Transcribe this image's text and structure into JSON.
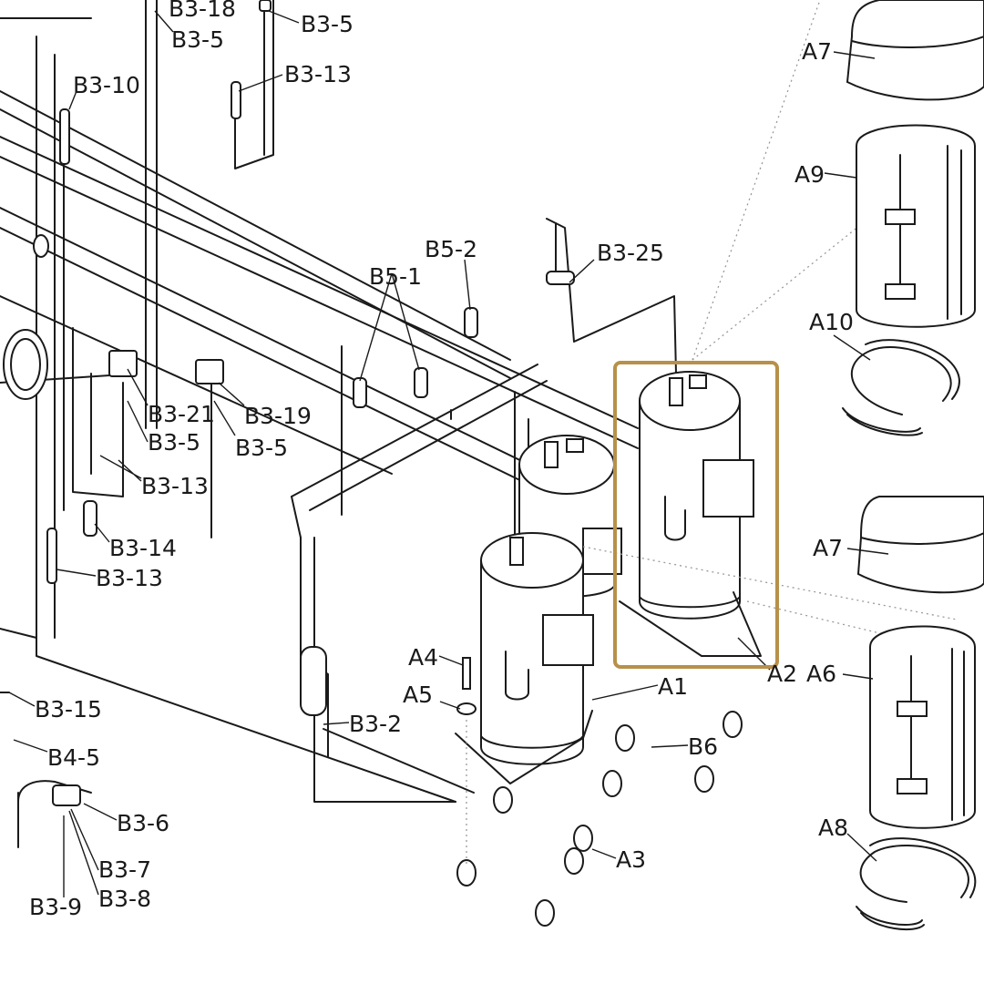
{
  "labels": {
    "b3_18": "B3-18",
    "b3_5_top_left": "B3-5",
    "b3_5_top_right": "B3-5",
    "b3_13_top": "B3-13",
    "b3_10": "B3-10",
    "b5_2": "B5-2",
    "b3_25": "B3-25",
    "b5_1": "B5-1",
    "a7_top": "A7",
    "a9": "A9",
    "a10": "A10",
    "b3_21": "B3-21",
    "b3_19": "B3-19",
    "b3_5_mid_left": "B3-5",
    "b3_5_mid_right": "B3-5",
    "b3_13_mid": "B3-13",
    "b3_14": "B3-14",
    "b3_13_lower": "B3-13",
    "a7_bottom": "A7",
    "a4": "A4",
    "a2": "A2",
    "a6": "A6",
    "a5": "A5",
    "a1": "A1",
    "b3_15": "B3-15",
    "b3_2": "B3-2",
    "b6": "B6",
    "b4_5": "B4-5",
    "b3_6": "B3-6",
    "a8": "A8",
    "a3": "A3",
    "b3_7": "B3-7",
    "b3_8": "B3-8",
    "b3_9": "B3-9"
  },
  "highlight": {
    "color": "#b8904a",
    "target": "compressor"
  }
}
